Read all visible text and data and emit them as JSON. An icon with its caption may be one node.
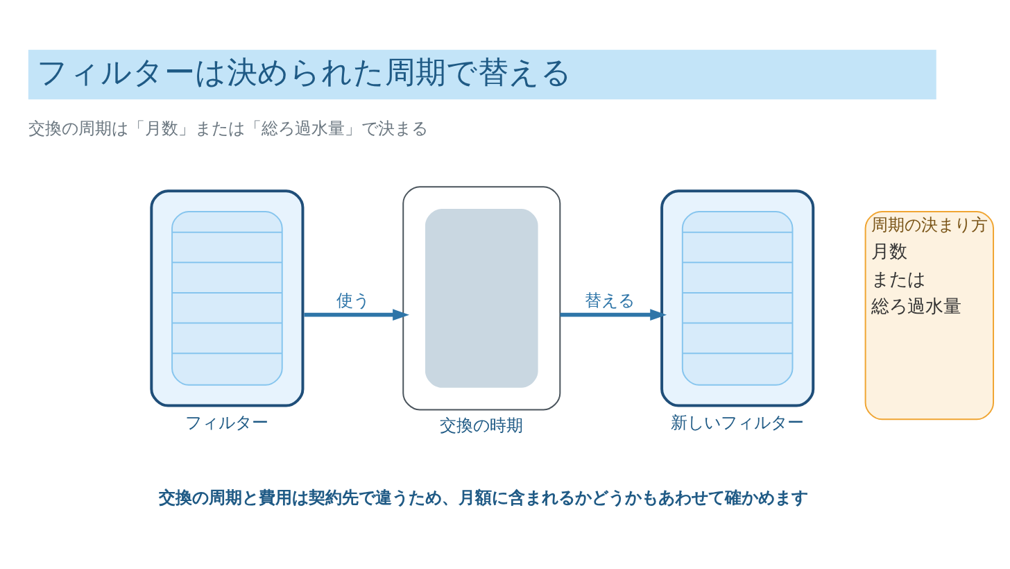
{
  "diagram": {
    "title": "フィルターは決められた周期で替える",
    "caption": "交換の周期と費用は契約先で違うため、月額に含まれるかどうかもあわせて確かめます",
    "nodes": [
      {
        "text": [],
        "shape": "picture",
        "beside": [
          "フィルター"
        ]
      },
      {
        "text": [],
        "shape": "box",
        "beside": [
          "交換の時期"
        ]
      },
      {
        "text": [],
        "shape": "picture",
        "beside": [
          "新しいフィルター"
        ]
      },
      {
        "text": [
          "周期の決まり方",
          "月数",
          "または",
          "総ろ過水量"
        ]
      }
    ],
    "edges": [
      {
        "from": 0,
        "to": 1,
        "arrow": "to",
        "label": "使う"
      },
      {
        "from": 1,
        "to": 2,
        "arrow": "to",
        "label": "替える"
      }
    ],
    "labels": [
      "交換の周期は「月数」または「総ろ過水量」で決まる"
    ]
  }
}
